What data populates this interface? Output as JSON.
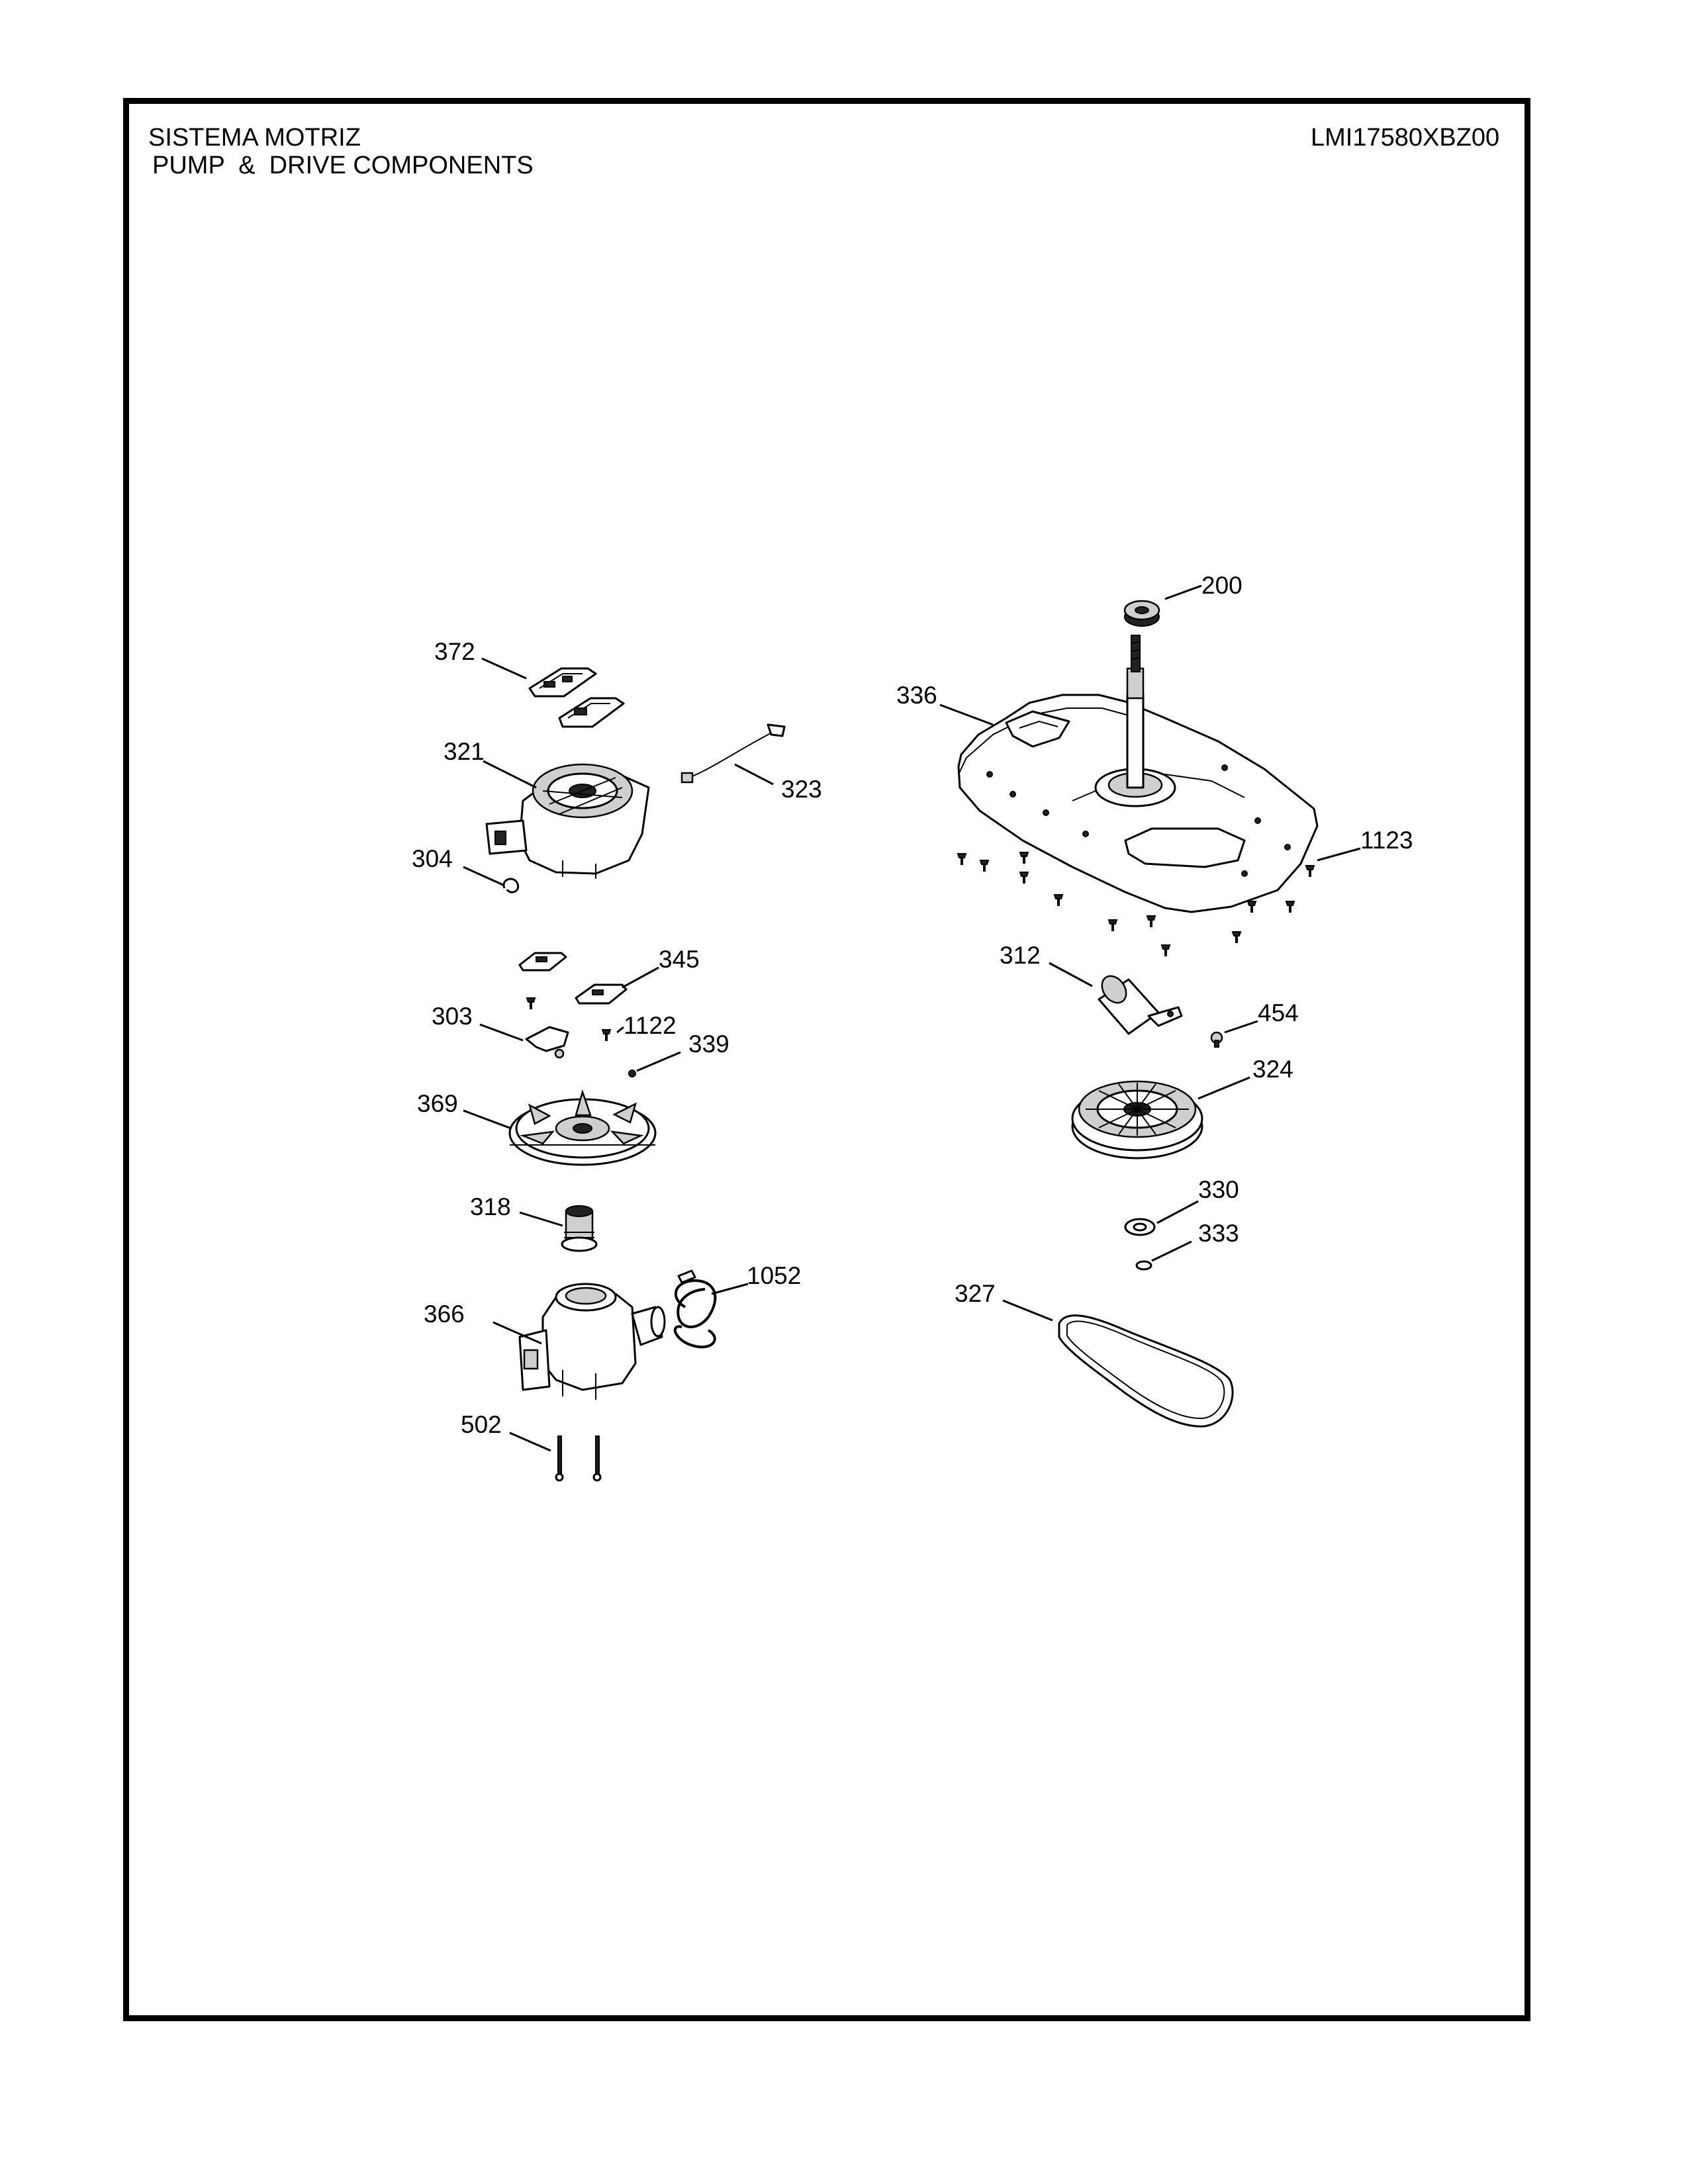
{
  "header": {
    "title_es": "SISTEMA MOTRIZ",
    "title_en": "PUMP  &  DRIVE COMPONENTS",
    "model": "LMI17580XBZ00"
  },
  "callouts": {
    "c200": "200",
    "c336": "336",
    "c372": "372",
    "c321": "321",
    "c323": "323",
    "c304": "304",
    "c1123": "1123",
    "c312": "312",
    "c345": "345",
    "c454": "454",
    "c303": "303",
    "c1122": "1122",
    "c339": "339",
    "c324": "324",
    "c369": "369",
    "c330": "330",
    "c318": "318",
    "c333": "333",
    "c1052": "1052",
    "c327": "327",
    "c366": "366",
    "c502": "502"
  }
}
